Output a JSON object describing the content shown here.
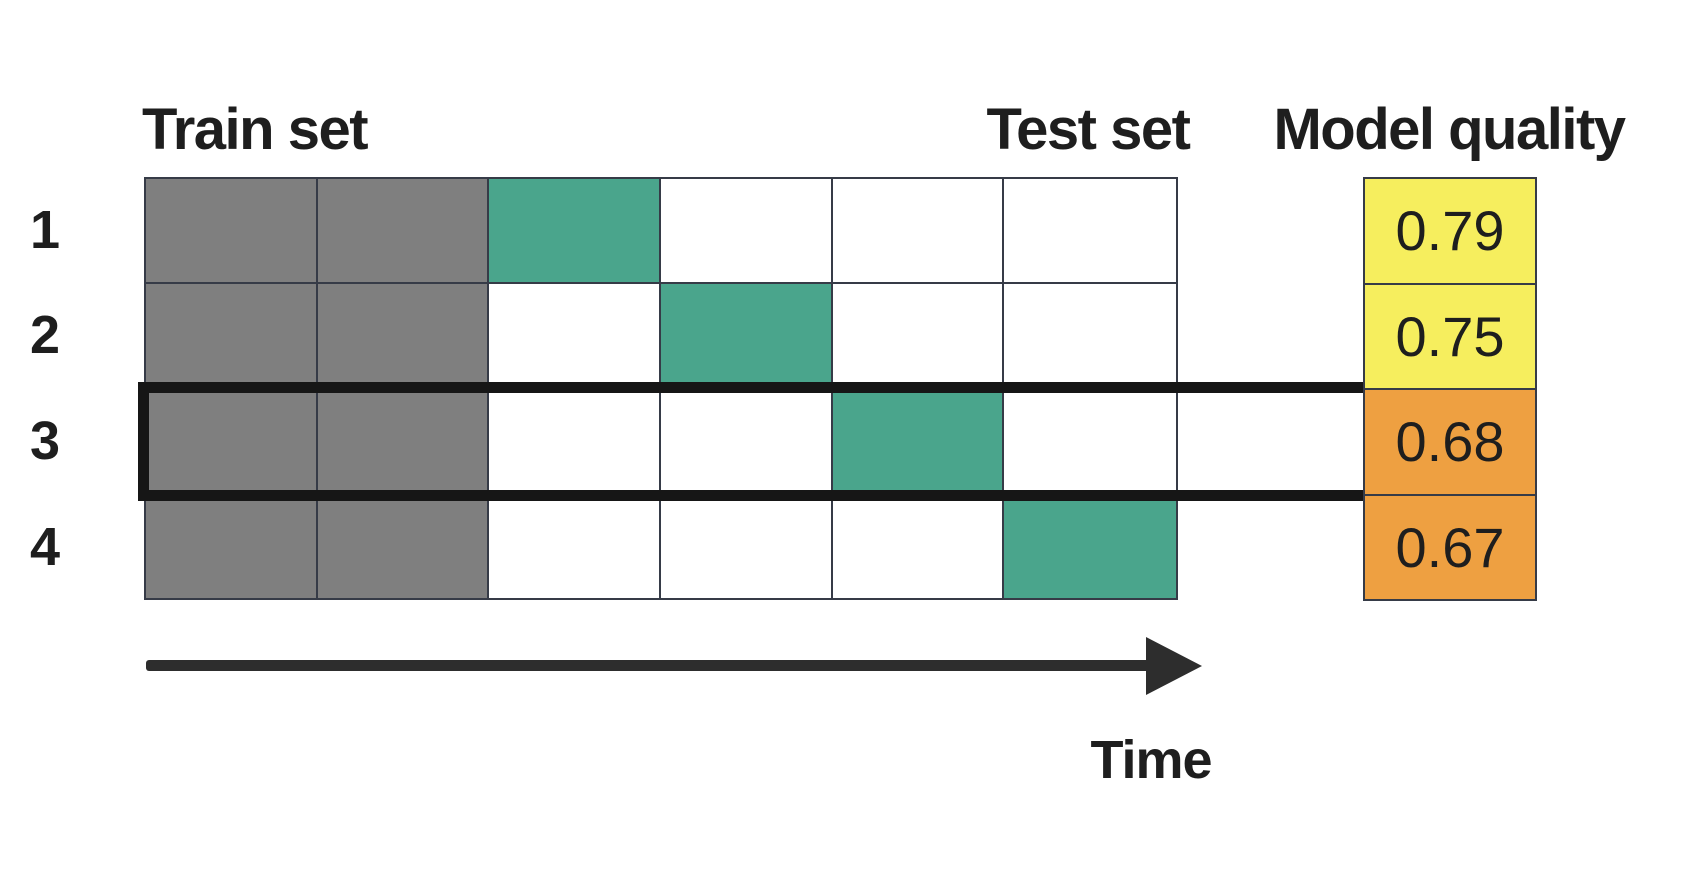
{
  "labels": {
    "train_set": "Train set",
    "test_set": "Test set",
    "model_quality": "Model quality",
    "time_axis": "Time"
  },
  "rows": [
    {
      "label": "1",
      "cells": [
        "train",
        "train",
        "test",
        "empty",
        "empty",
        "empty"
      ],
      "quality": "0.79",
      "quality_tone": "yellow",
      "highlighted": false
    },
    {
      "label": "2",
      "cells": [
        "train",
        "train",
        "empty",
        "test",
        "empty",
        "empty"
      ],
      "quality": "0.75",
      "quality_tone": "yellow",
      "highlighted": false
    },
    {
      "label": "3",
      "cells": [
        "train",
        "train",
        "empty",
        "empty",
        "test",
        "empty"
      ],
      "quality": "0.68",
      "quality_tone": "orange",
      "highlighted": true
    },
    {
      "label": "4",
      "cells": [
        "train",
        "train",
        "empty",
        "empty",
        "empty",
        "test"
      ],
      "quality": "0.67",
      "quality_tone": "orange",
      "highlighted": false
    }
  ],
  "colors": {
    "train-fill": "#7f7f7f",
    "test-fill": "#4aa58c",
    "empty-fill": "#ffffff",
    "yellow-fill": "#f6ee5e",
    "orange-fill": "#eea041",
    "grid-line": "#363b47",
    "ink": "#1e1e1e",
    "arrow": "#2d2d2d",
    "outline": "#161616"
  }
}
